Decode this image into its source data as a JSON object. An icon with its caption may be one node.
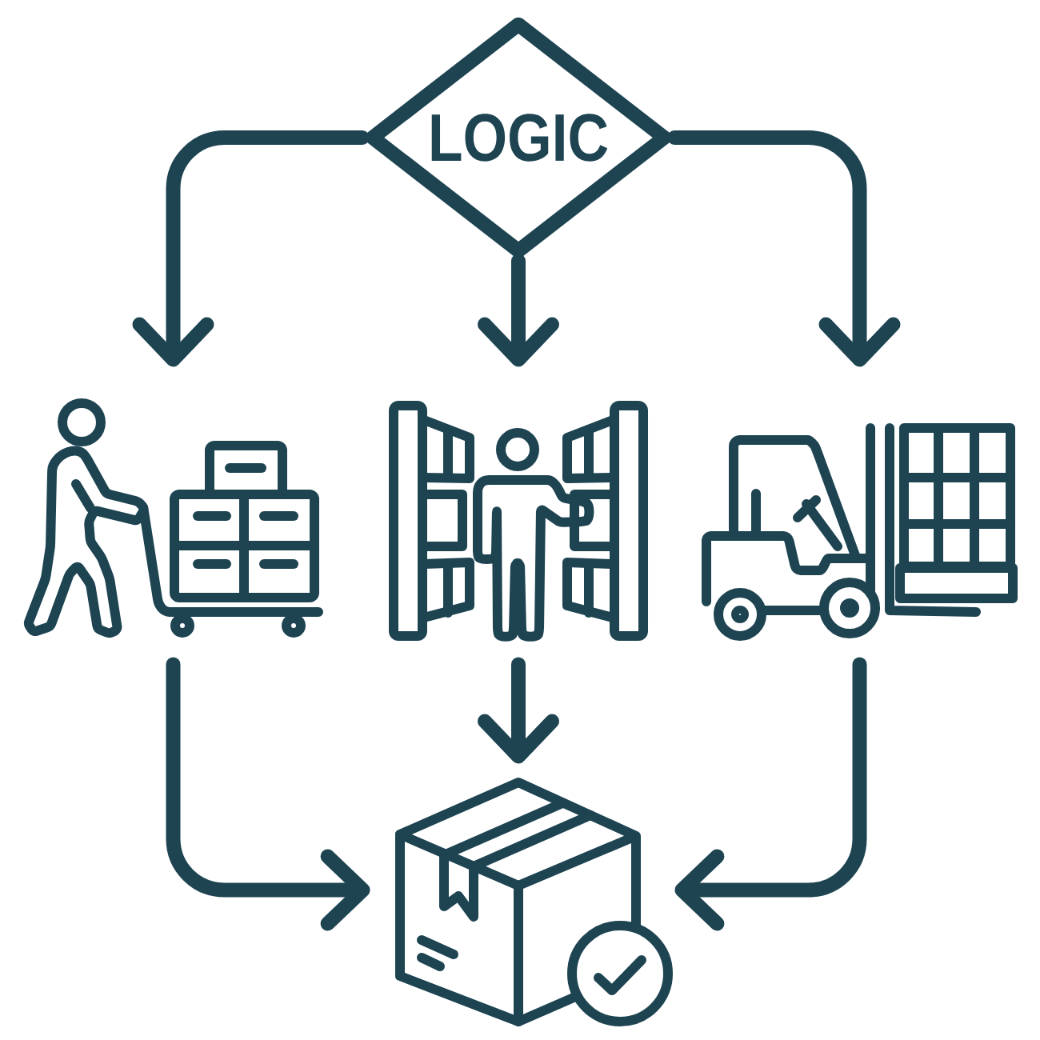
{
  "diagram": {
    "nodes": [
      {
        "text": [
          "LOGIC"
        ]
      },
      {
        "text": [],
        "shape": "picture"
      },
      {
        "text": [],
        "shape": "picture"
      },
      {
        "text": [],
        "shape": "picture"
      },
      {
        "text": [],
        "shape": "picture"
      }
    ],
    "edges": [
      {
        "from": 0,
        "to": 1,
        "arrow": "to"
      },
      {
        "from": 0,
        "to": 2,
        "arrow": "to"
      },
      {
        "from": 0,
        "to": 3,
        "arrow": "to"
      },
      {
        "from": 1,
        "to": 4,
        "arrow": "to"
      },
      {
        "from": 2,
        "to": 4,
        "arrow": "to"
      },
      {
        "from": 3,
        "to": 4,
        "arrow": "to"
      }
    ]
  }
}
